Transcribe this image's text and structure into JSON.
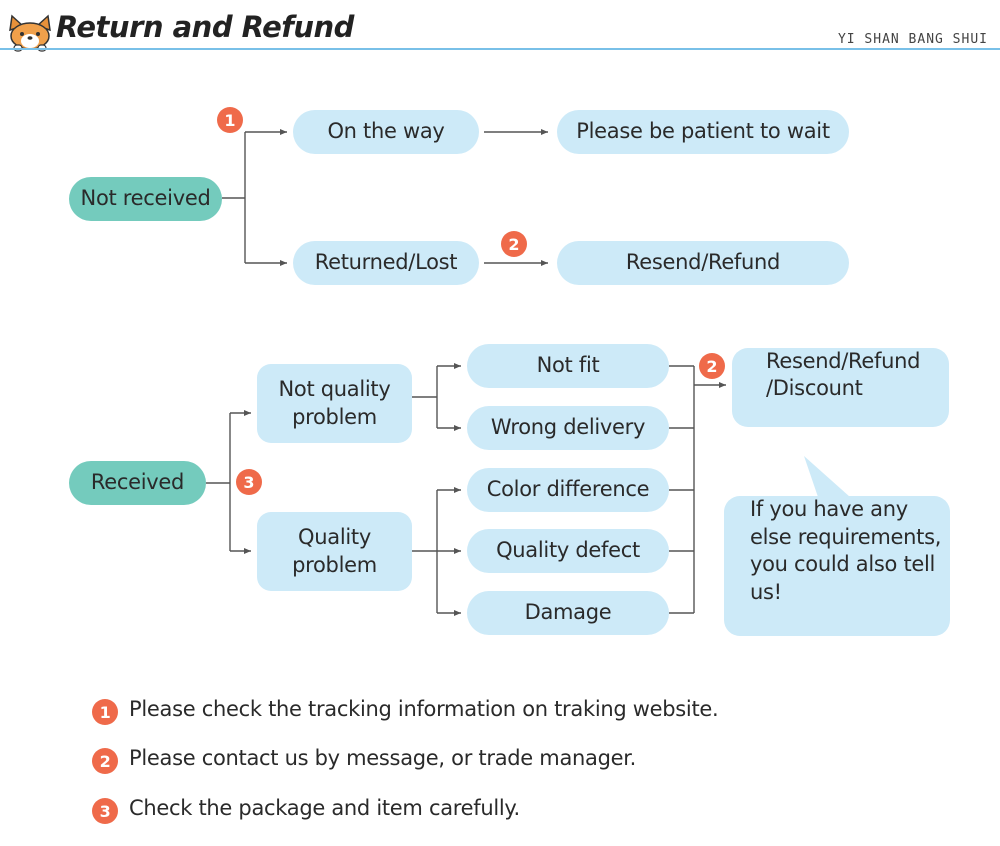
{
  "header": {
    "title": "Return and Refund",
    "brand": "YI SHAN BANG SHUI",
    "logo_icon": "corgi-icon",
    "accent_color": "#79c0e8"
  },
  "colors": {
    "root_node": "#74cbbd",
    "node": "#cdeaf8",
    "badge": "#ef6a4a",
    "connector": "#555555"
  },
  "flow": {
    "not_received": {
      "label": "Not received",
      "on_the_way": "On the way",
      "wait": "Please be patient to wait",
      "returned_lost": "Returned/Lost",
      "resend_refund": "Resend/Refund"
    },
    "received": {
      "label": "Received",
      "not_quality_problem": [
        "Not quality",
        "problem"
      ],
      "quality_problem": [
        "Quality",
        "problem"
      ],
      "not_fit": "Not fit",
      "wrong_delivery": "Wrong delivery",
      "color_difference": "Color difference",
      "quality_defect": "Quality defect",
      "damage": "Damage",
      "outcome": [
        "Resend/Refund",
        "/Discount"
      ],
      "bubble": [
        "If you have any",
        "else requirements,",
        "you could also tell",
        "us!"
      ]
    }
  },
  "badges": [
    "1",
    "2",
    "3"
  ],
  "notes": [
    {
      "num": "1",
      "text": "Please check the tracking information on traking website."
    },
    {
      "num": "2",
      "text": "Please contact us by message, or trade manager."
    },
    {
      "num": "3",
      "text": "Check the package and item carefully."
    }
  ]
}
